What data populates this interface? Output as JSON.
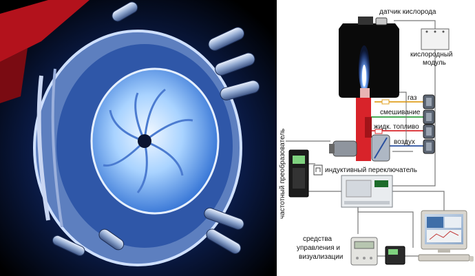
{
  "labels": {
    "oxygen_sensor": "датчик кислорода",
    "oxygen_module_line1": "кислородный",
    "oxygen_module_line2": "модуль",
    "gas": "газ",
    "mixing": "смешивание",
    "liquid_fuel": "жидк. топливо",
    "air": "воздух",
    "frequency_converter": "частотный преобразователь",
    "inductive_switch": "индуктивный переключатель",
    "control_line1": "средства",
    "control_line2": "управления и",
    "control_line3": "визуализации"
  },
  "colors": {
    "gas_line": "#e0a020",
    "mixing_line": "#2e9e3e",
    "fuel_line": "#d9262b",
    "air_line": "#2a4f9e",
    "flame": "#3a7bff",
    "boiler": "#0a0a0a",
    "burner": "#d8232a"
  }
}
